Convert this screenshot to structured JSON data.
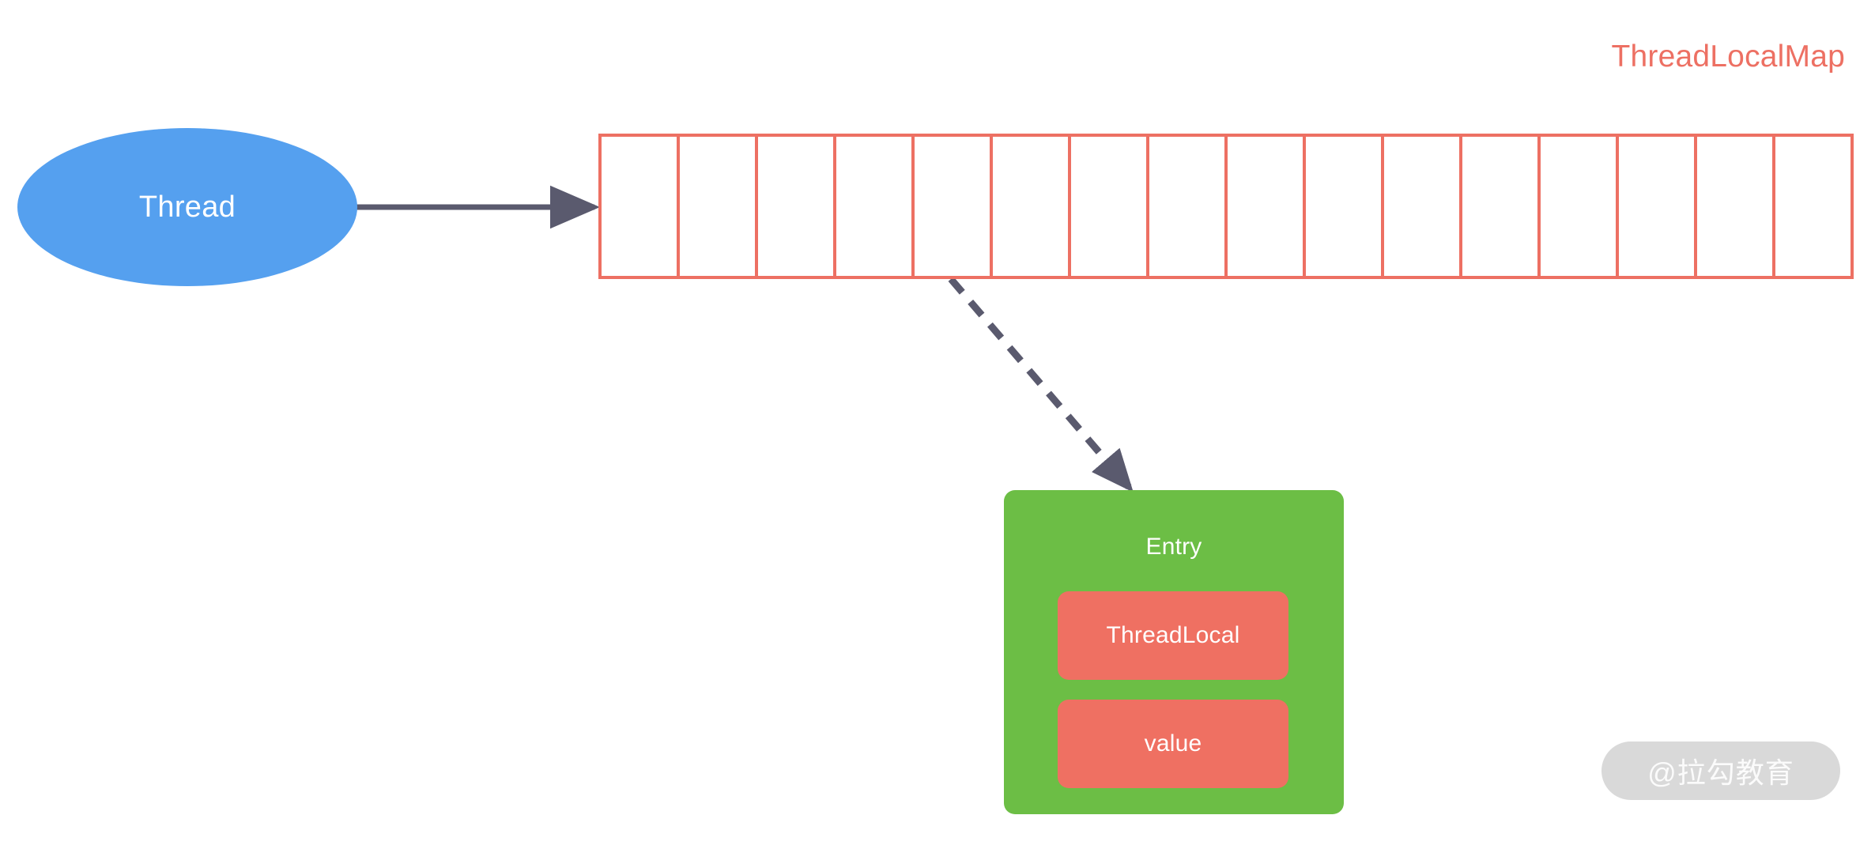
{
  "diagram": {
    "title": "ThreadLocalMap",
    "title_color": "#ED7063",
    "background": "#ffffff",
    "nodes": {
      "thread": {
        "label": "Thread",
        "shape": "ellipse",
        "fill": "#55A0EF",
        "text_color": "#ffffff"
      },
      "map_table": {
        "name": "ThreadLocalMap",
        "shape": "array-table",
        "border_color": "#ED7063",
        "cell_fill": "#ffffff",
        "cell_count": 16,
        "cells": [
          "",
          "",
          "",
          "",
          "",
          "",
          "",
          "",
          "",
          "",
          "",
          "",
          "",
          "",
          "",
          ""
        ]
      },
      "entry": {
        "label": "Entry",
        "shape": "rounded-rect",
        "fill": "#6CBE45",
        "text_color": "#ffffff",
        "fields": [
          {
            "label": "ThreadLocal",
            "fill": "#EF7062",
            "text_color": "#ffffff"
          },
          {
            "label": "value",
            "fill": "#EF7062",
            "text_color": "#ffffff"
          }
        ]
      }
    },
    "connectors": {
      "thread_to_map": {
        "style": "solid",
        "color": "#5A5A6E",
        "from": "thread",
        "to": "map_table",
        "arrowhead": "filled-triangle"
      },
      "map_to_entry": {
        "style": "dashed",
        "color": "#5A5A6E",
        "from": "map_table",
        "to": "entry",
        "arrowhead": "filled-triangle"
      }
    }
  },
  "watermark": {
    "text": "@拉勾教育",
    "pill_color": "#D9D9D9",
    "text_color": "#FBFBFB"
  }
}
